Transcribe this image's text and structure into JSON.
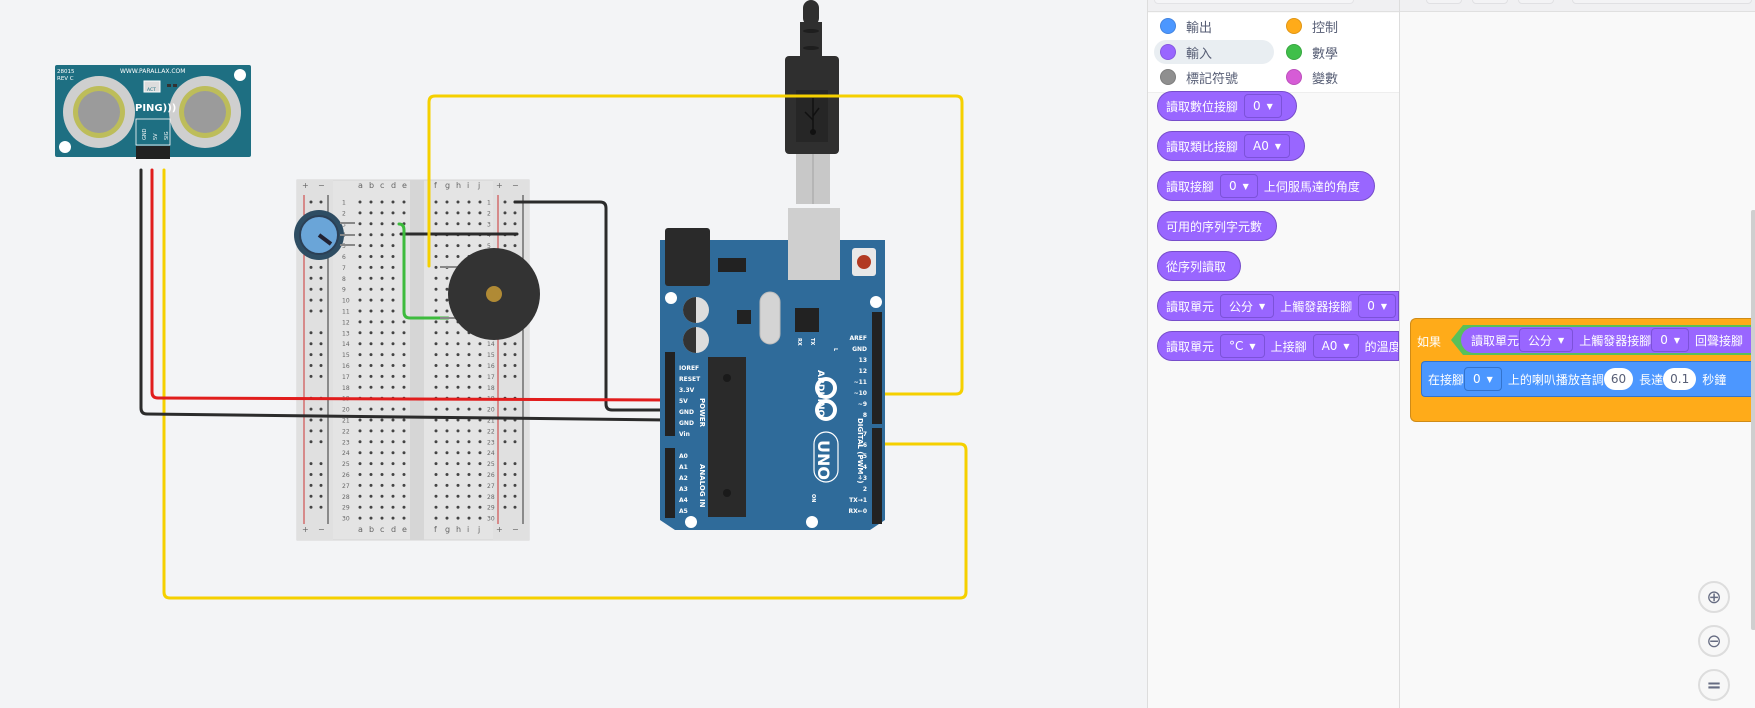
{
  "circuit": {
    "sensor": {
      "model": "28015",
      "rev": "REV C",
      "url": "WWW.PARALLAX.COM",
      "name": "PING)))",
      "act_label": "ACT",
      "pins": [
        "GND",
        "5V",
        "SIG"
      ]
    },
    "breadboard": {
      "columns_left": [
        "a",
        "b",
        "c",
        "d",
        "e"
      ],
      "columns_right": [
        "f",
        "g",
        "h",
        "i",
        "j"
      ],
      "rows": 30,
      "rail_plus": "+",
      "rail_minus": "−"
    },
    "arduino": {
      "brand": "ARDUINO",
      "model": "UNO",
      "power_pins": [
        "IOREF",
        "RESET",
        "3.3V",
        "5V",
        "GND",
        "GND",
        "Vin"
      ],
      "power_label": "POWER",
      "analog_pins": [
        "A0",
        "A1",
        "A2",
        "A3",
        "A4",
        "A5"
      ],
      "analog_label": "ANALOG IN",
      "digital_pins": [
        "AREF",
        "GND",
        "13",
        "12",
        "~11",
        "~10",
        "~9",
        "8",
        "7",
        "~6",
        "~5",
        "4",
        "~3",
        "2",
        "TX→1",
        "RX←0"
      ],
      "digital_label": "DIGITAL (PWM~)",
      "led_labels": [
        "RX",
        "TX",
        "L"
      ],
      "on_label": "ON"
    },
    "wire_colors": {
      "yellow": "#f5d000",
      "red": "#e11d1d",
      "black": "#2b2b2b",
      "green": "#3dbb3d"
    }
  },
  "palette": {
    "categories": [
      {
        "label": "輸出",
        "color": "#4c97ff",
        "selected": false
      },
      {
        "label": "控制",
        "color": "#ffab19",
        "selected": false
      },
      {
        "label": "輸入",
        "color": "#9966ff",
        "selected": true
      },
      {
        "label": "數學",
        "color": "#40bf4a",
        "selected": false
      },
      {
        "label": "標記符號",
        "color": "#8f8f8f",
        "selected": false
      },
      {
        "label": "變數",
        "color": "#d65cd6",
        "selected": false
      }
    ],
    "blocks": [
      {
        "parts": [
          {
            "t": "text",
            "v": "讀取數位接腳"
          },
          {
            "t": "dd",
            "v": "0"
          }
        ]
      },
      {
        "parts": [
          {
            "t": "text",
            "v": "讀取類比接腳"
          },
          {
            "t": "dd",
            "v": "A0"
          }
        ]
      },
      {
        "parts": [
          {
            "t": "text",
            "v": "讀取接腳"
          },
          {
            "t": "dd",
            "v": "0"
          },
          {
            "t": "text",
            "v": "上伺服馬達的角度"
          }
        ]
      },
      {
        "parts": [
          {
            "t": "text",
            "v": "可用的序列字元數"
          }
        ]
      },
      {
        "parts": [
          {
            "t": "text",
            "v": "從序列讀取"
          }
        ]
      },
      {
        "parts": [
          {
            "t": "text",
            "v": "讀取單元"
          },
          {
            "t": "dd",
            "v": "公分"
          },
          {
            "t": "text",
            "v": "上觸發器接腳"
          },
          {
            "t": "dd",
            "v": "0"
          }
        ]
      },
      {
        "parts": [
          {
            "t": "text",
            "v": "讀取單元"
          },
          {
            "t": "dd",
            "v": "°C"
          },
          {
            "t": "text",
            "v": "上接腳"
          },
          {
            "t": "dd",
            "v": "A0"
          },
          {
            "t": "text",
            "v": "的溫度"
          }
        ]
      }
    ]
  },
  "workspace": {
    "if_block": {
      "label": "如果",
      "condition": [
        {
          "t": "text",
          "v": "讀取單元"
        },
        {
          "t": "dd",
          "v": "公分"
        },
        {
          "t": "text",
          "v": "上觸發器接腳"
        },
        {
          "t": "dd",
          "v": "0"
        },
        {
          "t": "text",
          "v": "回聲接腳"
        }
      ],
      "body": [
        {
          "t": "text",
          "v": "在接腳"
        },
        {
          "t": "dd",
          "v": "0"
        },
        {
          "t": "text",
          "v": "上的喇叭播放音調"
        },
        {
          "t": "num",
          "v": "60"
        },
        {
          "t": "text",
          "v": "長達"
        },
        {
          "t": "num",
          "v": "0.1"
        },
        {
          "t": "text",
          "v": "秒鐘"
        }
      ]
    },
    "zoom_controls": [
      {
        "name": "zoom-in",
        "symbol": "⊕"
      },
      {
        "name": "zoom-out",
        "symbol": "⊖"
      },
      {
        "name": "zoom-reset",
        "symbol": "="
      }
    ]
  }
}
